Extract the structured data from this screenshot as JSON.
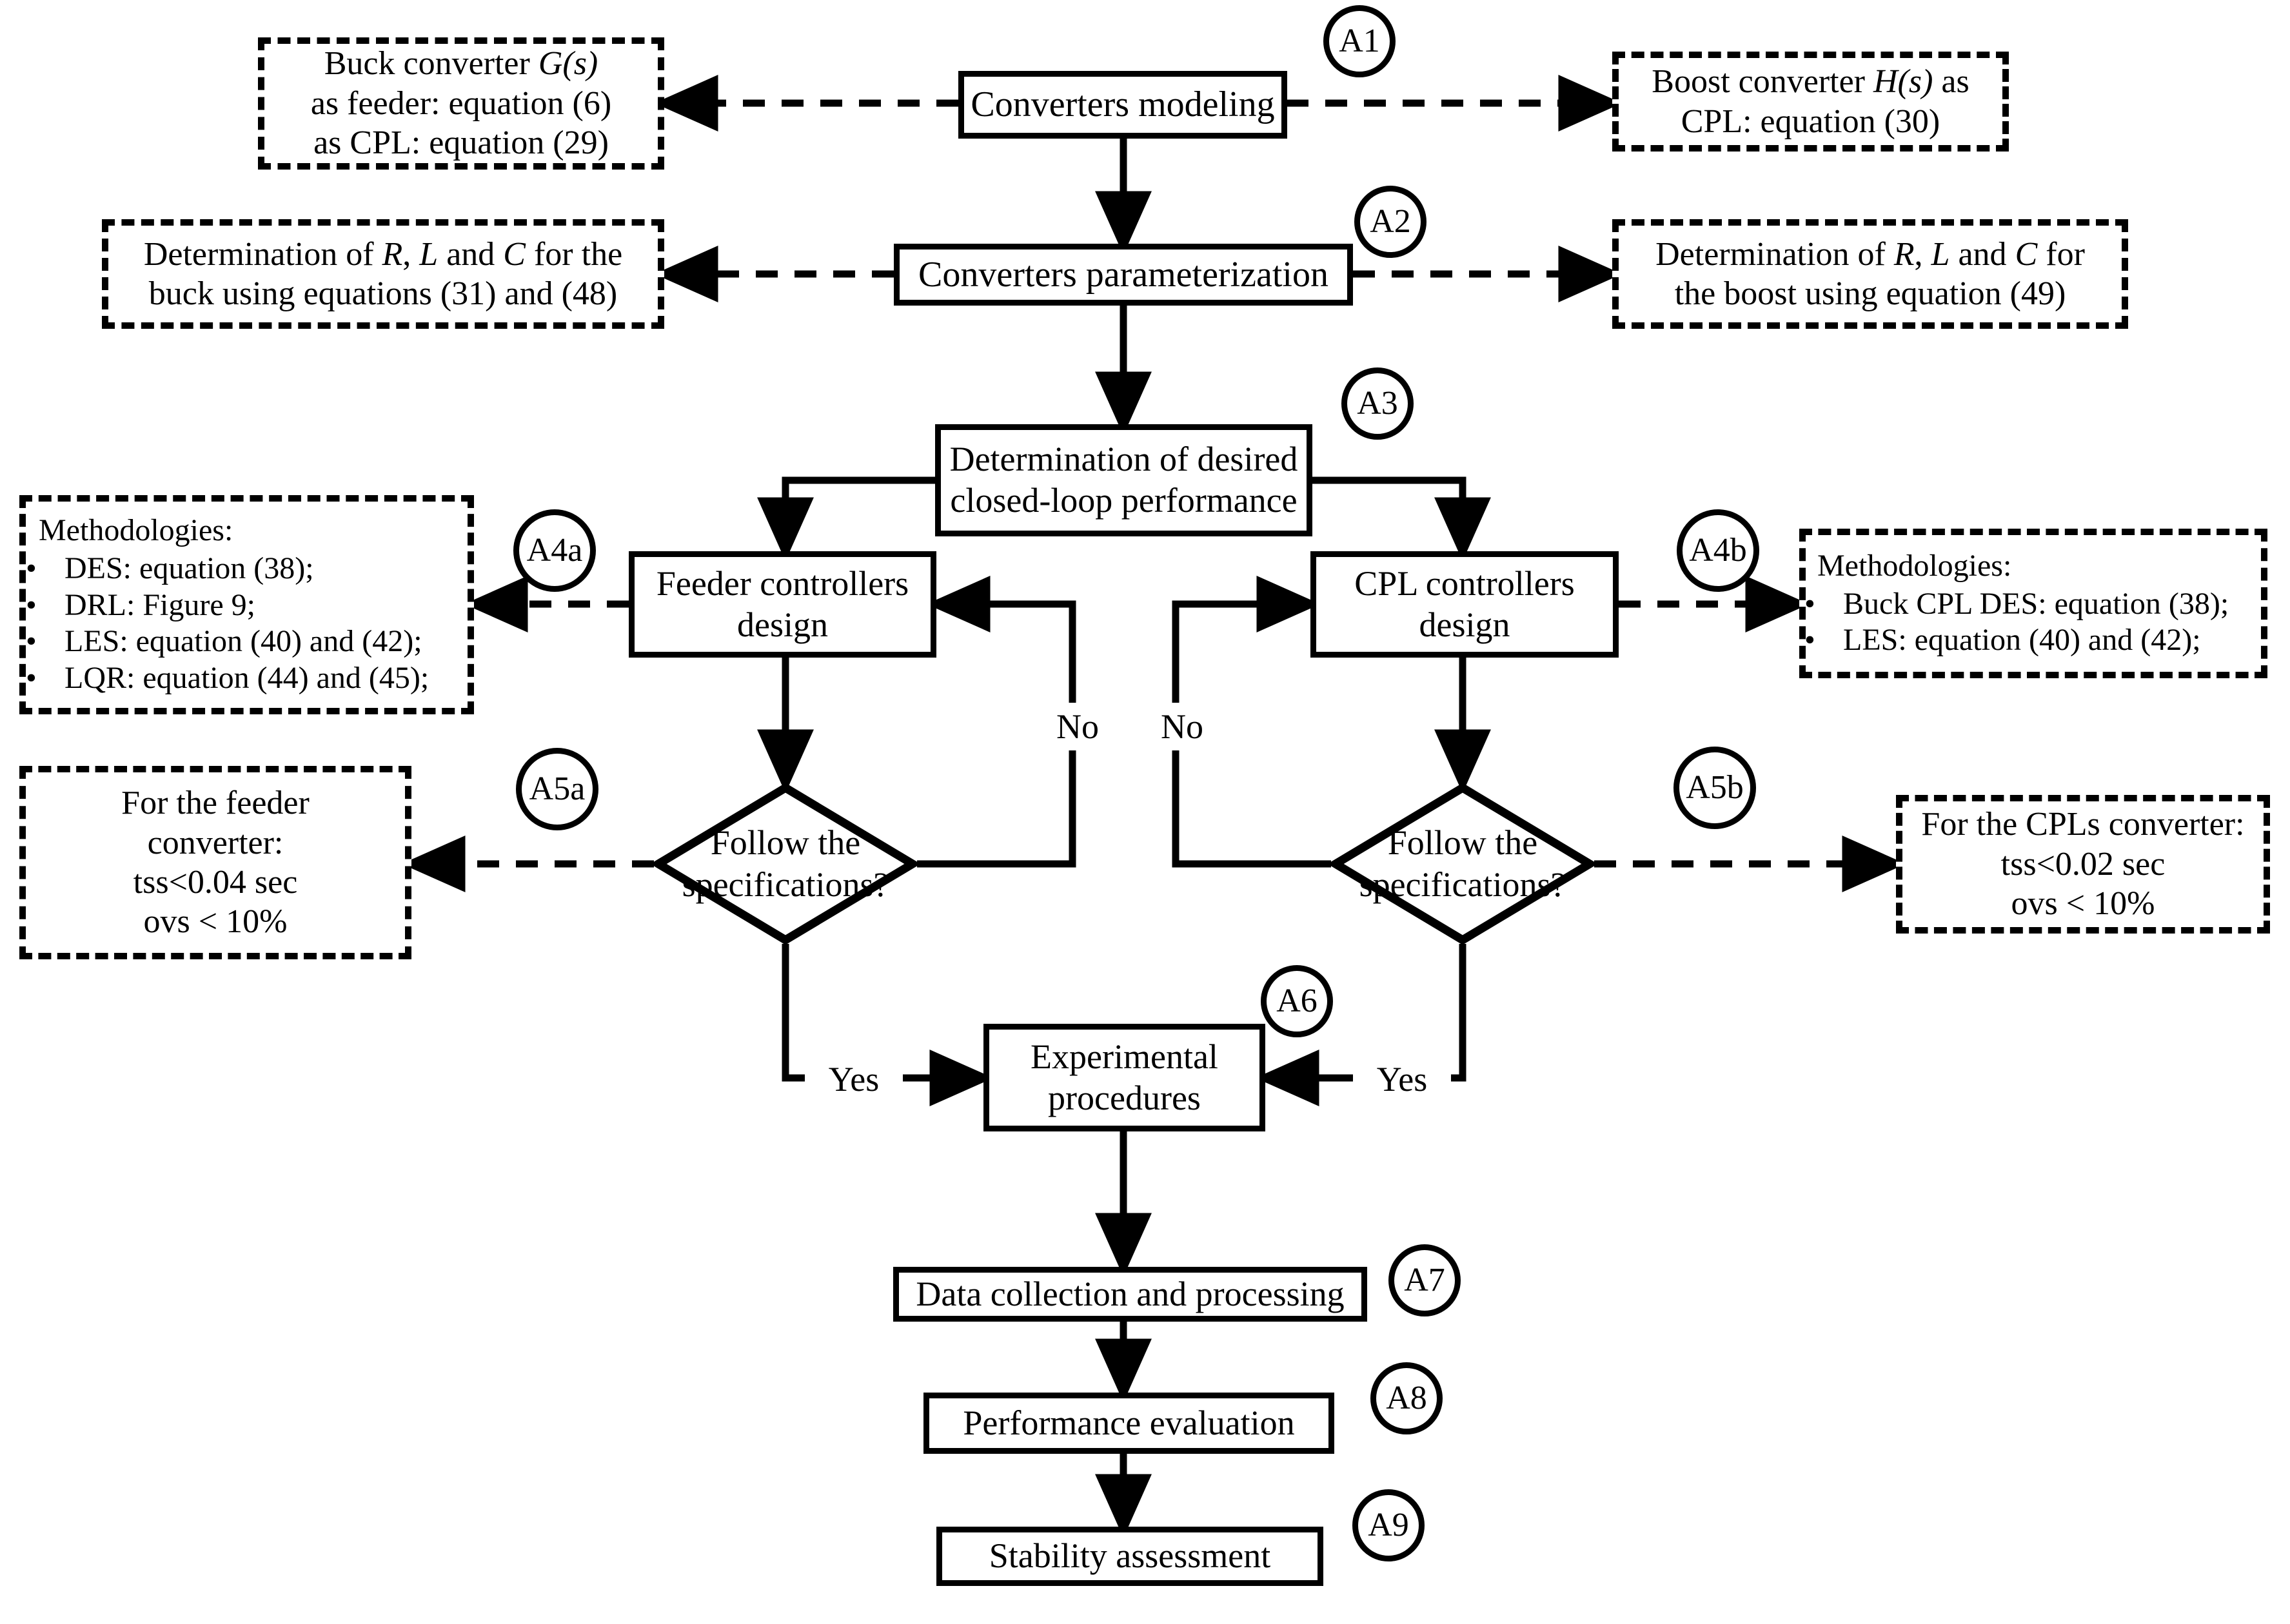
{
  "diagram": {
    "type": "flowchart",
    "title": "Converter modeling, control design and validation methodology flowchart",
    "stroke_color": "#000000",
    "background_color": "#ffffff"
  },
  "nodes": {
    "a1_main": {
      "label": "Converters modeling",
      "tag": "A1"
    },
    "a1_left": {
      "line1": "Buck converter G(s)",
      "line2": "as feeder: equation (6)",
      "line3": "as CPL: equation (29)"
    },
    "a1_right": {
      "line1": "Boost converter H(s) as",
      "line2": "CPL: equation (30)"
    },
    "a2_main": {
      "label": "Converters parameterization",
      "tag": "A2"
    },
    "a2_left": {
      "line1": "Determination of R, L and C for the",
      "line2": "buck using equations (31) and (48)"
    },
    "a2_right": {
      "line1": "Determination of R, L and C for",
      "line2": "the boost using equation (49)"
    },
    "a3_main": {
      "line1": "Determination of desired",
      "line2": "closed-loop performance",
      "tag": "A3"
    },
    "a4a_main": {
      "line1": "Feeder controllers",
      "line2": "design",
      "tag": "A4a"
    },
    "a4a_note": {
      "header": "Methodologies:",
      "items": [
        "DES: equation (38);",
        "DRL: Figure 9;",
        "LES: equation (40) and (42);",
        "LQR: equation (44) and (45);"
      ]
    },
    "a4b_main": {
      "line1": "CPL controllers",
      "line2": "design",
      "tag": "A4b"
    },
    "a4b_note": {
      "header": "Methodologies:",
      "items": [
        "Buck CPL DES: equation (38);",
        "LES: equation (40) and (42);"
      ]
    },
    "a5a_decision": {
      "line1": "Follow the",
      "line2": "specifications?",
      "tag": "A5a"
    },
    "a5a_note": {
      "line1": "For the feeder",
      "line2": "converter:",
      "line3": "tss<0.04 sec",
      "line4": "ovs < 10%"
    },
    "a5b_decision": {
      "line1": "Follow the",
      "line2": "specifications?",
      "tag": "A5b"
    },
    "a5b_note": {
      "line1": "For the CPLs converter:",
      "line2": "tss<0.02 sec",
      "line3": "ovs < 10%"
    },
    "a6_main": {
      "line1": "Experimental",
      "line2": "procedures",
      "tag": "A6"
    },
    "a7_main": {
      "label": "Data collection and processing",
      "tag": "A7"
    },
    "a8_main": {
      "label": "Performance evaluation",
      "tag": "A8"
    },
    "a9_main": {
      "label": "Stability assessment",
      "tag": "A9"
    }
  },
  "edge_labels": {
    "no_left": "No",
    "no_right": "No",
    "yes_left": "Yes",
    "yes_right": "Yes"
  }
}
